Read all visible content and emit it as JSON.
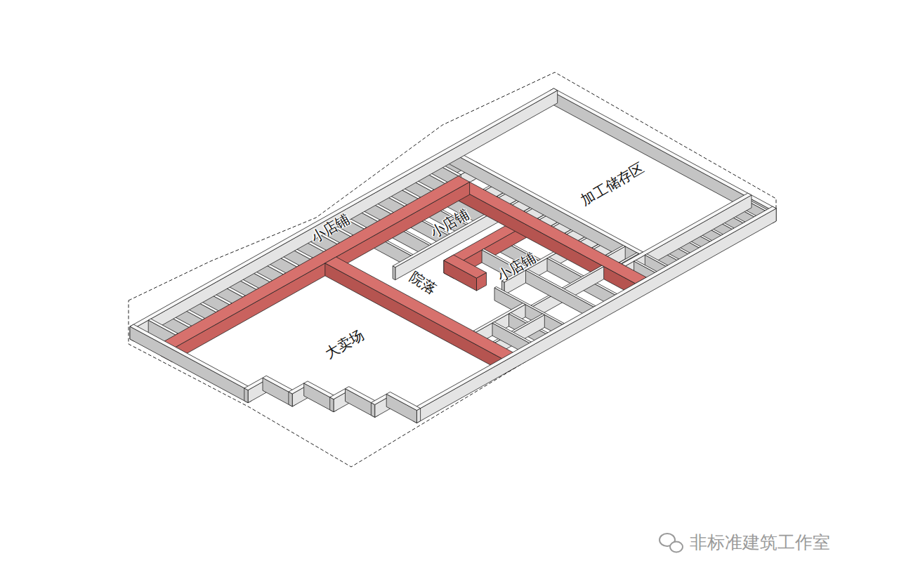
{
  "diagram": {
    "labels": [
      "小店铺",
      "小店铺",
      "小店铺",
      "加工储存区",
      "院落",
      "大卖场",
      "非标准建筑工作室"
    ]
  }
}
